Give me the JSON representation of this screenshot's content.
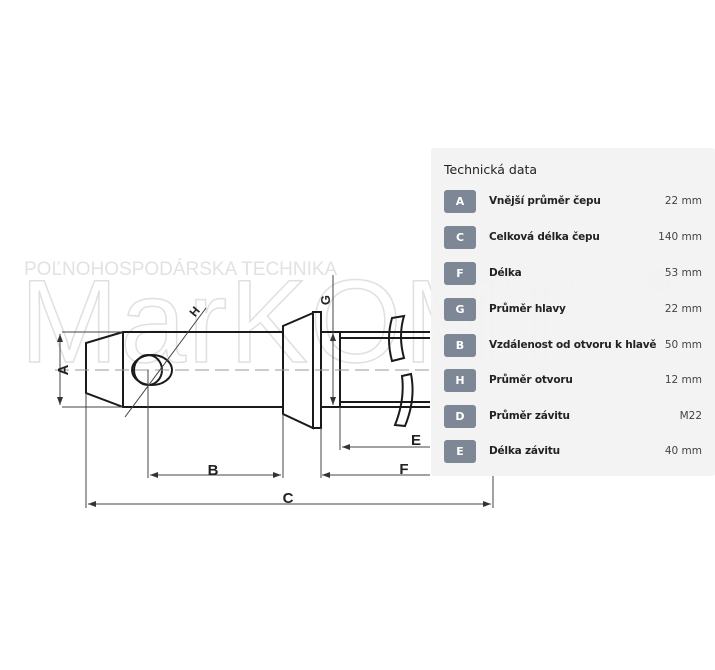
{
  "watermark": {
    "tagline": "POĽNOHOSPODÁRSKA TECHNIKA",
    "brand": "MarKOMT",
    "registered": "®"
  },
  "diagram_labels": {
    "A": "A",
    "B": "B",
    "C": "C",
    "E": "E",
    "F": "F",
    "G": "G",
    "H": "H"
  },
  "panel": {
    "title": "Technická data",
    "rows": [
      {
        "code": "A",
        "label": "Vnější průměr čepu",
        "value": "22 mm"
      },
      {
        "code": "C",
        "label": "Celková délka čepu",
        "value": "140 mm"
      },
      {
        "code": "F",
        "label": "Délka",
        "value": "53 mm"
      },
      {
        "code": "G",
        "label": "Průměr hlavy",
        "value": "22 mm"
      },
      {
        "code": "B",
        "label": "Vzdálenost od otvoru k hlavě",
        "value": "50 mm"
      },
      {
        "code": "H",
        "label": "Průměr otvoru",
        "value": "12 mm"
      },
      {
        "code": "D",
        "label": "Průměr závitu",
        "value": "M22"
      },
      {
        "code": "E",
        "label": "Délka závitu",
        "value": "40 mm"
      }
    ]
  }
}
